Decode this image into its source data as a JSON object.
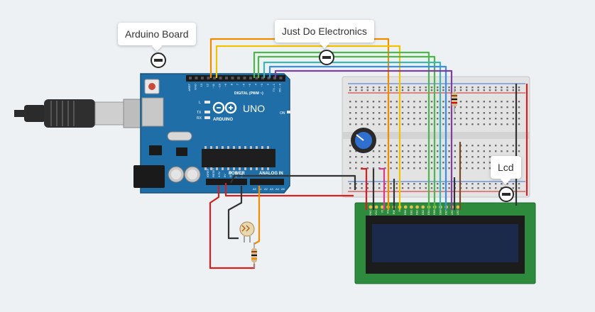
{
  "annotations": {
    "arduino": "Arduino Board",
    "electronics": "Just Do Electronics",
    "lcd": "Lcd"
  },
  "board": {
    "brand": "ARDUINO",
    "model": "UNO",
    "digital_label": "DIGITAL (PWM ~)",
    "power_label": "POWER",
    "analog_label": "ANALOG IN",
    "on_label": "ON",
    "tx_label": "TX",
    "rx_label": "RX",
    "l_label": "L",
    "digital_pins": [
      "AREF",
      "GND",
      "13",
      "12",
      "~11",
      "~10",
      "~9",
      "8",
      "7",
      "~6",
      "~5",
      "4",
      "~3",
      "2",
      "TX→1",
      "RX←0"
    ],
    "power_pins": [
      "IOREF",
      "RESET",
      "3.3V",
      "5V",
      "GND",
      "GND",
      "Vin"
    ],
    "analog_pins": [
      "A0",
      "A1",
      "A2",
      "A3",
      "A4",
      "A5"
    ]
  },
  "lcd": {
    "pin_labels": [
      "GND",
      "VCC",
      "V0",
      "RS",
      "RW",
      "E",
      "DB0",
      "DB1",
      "DB2",
      "DB3",
      "DB4",
      "DB5",
      "DB6",
      "DB7",
      "LED",
      "LED"
    ]
  },
  "colors": {
    "board": "#1f6ea8",
    "breadboard": "#e3e3e3",
    "lcd_pcb": "#2e8b3d",
    "lcd_screen": "#1b2a4a",
    "wire_orange": "#f08c00",
    "wire_yellow": "#f2c200",
    "wire_green": "#4cb84c",
    "wire_teal": "#3cb7b0",
    "wire_blue": "#3a8ee6",
    "wire_purple": "#7b3fa0",
    "wire_red": "#d62020",
    "wire_black": "#333333",
    "wire_brown": "#7a4a28",
    "wire_pink": "#d8398a"
  }
}
